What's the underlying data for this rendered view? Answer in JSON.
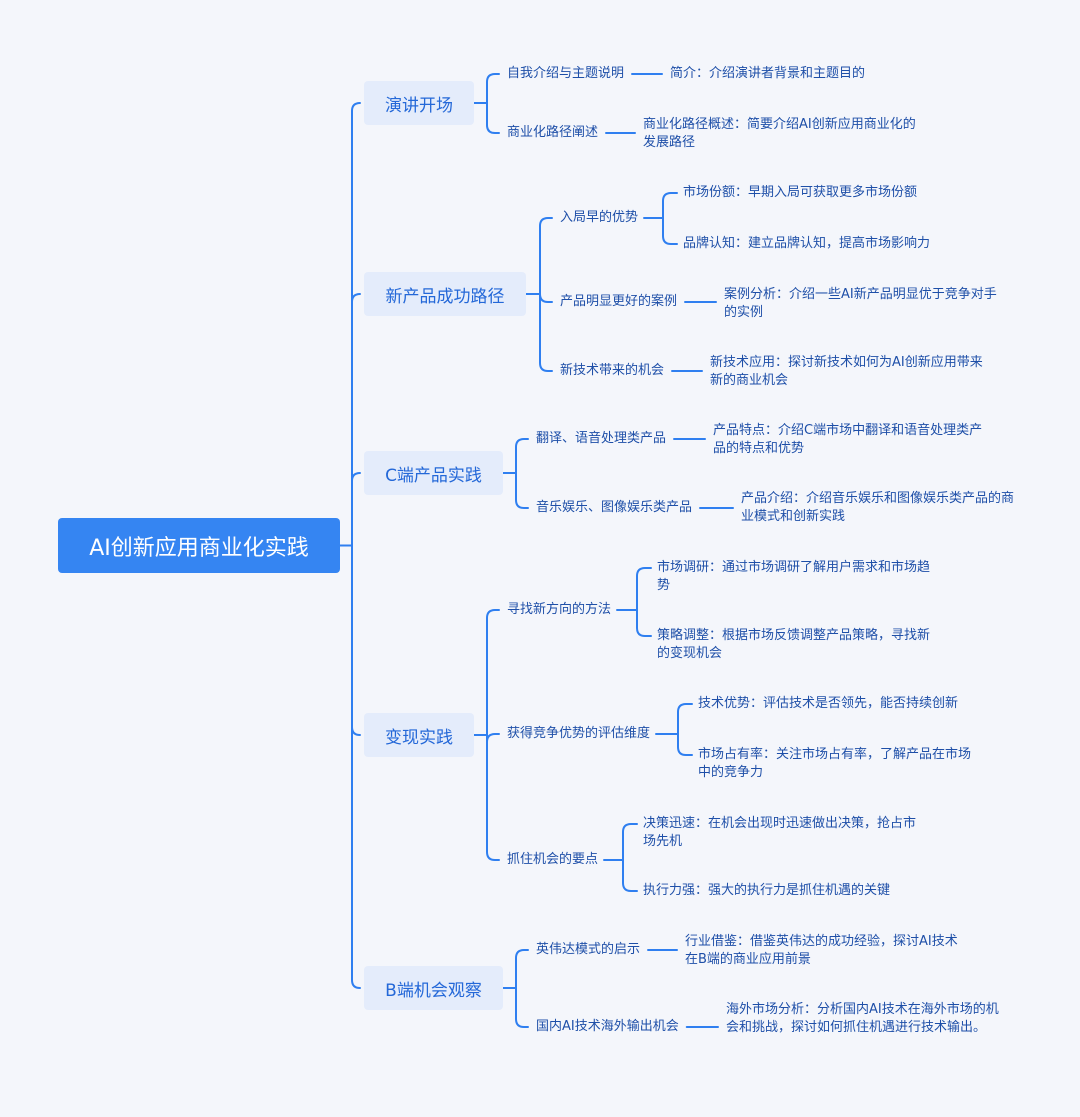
{
  "root": "AI创新应用商业化实践",
  "branches": [
    {
      "label": "演讲开场",
      "subs": [
        {
          "label": "自我介绍与主题说明",
          "leaves": [
            "简介：介绍演讲者背景和主题目的"
          ]
        },
        {
          "label": "商业化路径阐述",
          "leaves": [
            "商业化路径概述：简要介绍AI创新应用商业化的发展路径"
          ]
        }
      ]
    },
    {
      "label": "新产品成功路径",
      "subs": [
        {
          "label": "入局早的优势",
          "leaves": [
            "市场份额：早期入局可获取更多市场份额",
            "品牌认知：建立品牌认知，提高市场影响力"
          ]
        },
        {
          "label": "产品明显更好的案例",
          "leaves": [
            "案例分析：介绍一些AI新产品明显优于竞争对手的实例"
          ]
        },
        {
          "label": "新技术带来的机会",
          "leaves": [
            "新技术应用：探讨新技术如何为AI创新应用带来新的商业机会"
          ]
        }
      ]
    },
    {
      "label": "C端产品实践",
      "subs": [
        {
          "label": "翻译、语音处理类产品",
          "leaves": [
            "产品特点：介绍C端市场中翻译和语音处理类产品的特点和优势"
          ]
        },
        {
          "label": "音乐娱乐、图像娱乐类产品",
          "leaves": [
            "产品介绍：介绍音乐娱乐和图像娱乐类产品的商业模式和创新实践"
          ]
        }
      ]
    },
    {
      "label": "变现实践",
      "subs": [
        {
          "label": "寻找新方向的方法",
          "leaves": [
            "市场调研：通过市场调研了解用户需求和市场趋势",
            "策略调整：根据市场反馈调整产品策略，寻找新的变现机会"
          ]
        },
        {
          "label": "获得竞争优势的评估维度",
          "leaves": [
            "技术优势：评估技术是否领先，能否持续创新",
            "市场占有率：关注市场占有率，了解产品在市场中的竞争力"
          ]
        },
        {
          "label": "抓住机会的要点",
          "leaves": [
            "决策迅速：在机会出现时迅速做出决策，抢占市场先机",
            "执行力强：强大的执行力是抓住机遇的关键"
          ]
        }
      ]
    },
    {
      "label": "B端机会观察",
      "subs": [
        {
          "label": "英伟达模式的启示",
          "leaves": [
            "行业借鉴：借鉴英伟达的成功经验，探讨AI技术在B端的商业应用前景"
          ]
        },
        {
          "label": "国内AI技术海外输出机会",
          "leaves": [
            "海外市场分析：分析国内AI技术在海外市场的机会和挑战，探讨如何抓住机遇进行技术输出。"
          ]
        }
      ]
    }
  ],
  "colors": {
    "accent": "#3585f2",
    "line": "#2f7ff0",
    "branch_bg": "#e4ecfb",
    "text": "#1e4fa8",
    "background": "#f4f6fb"
  }
}
